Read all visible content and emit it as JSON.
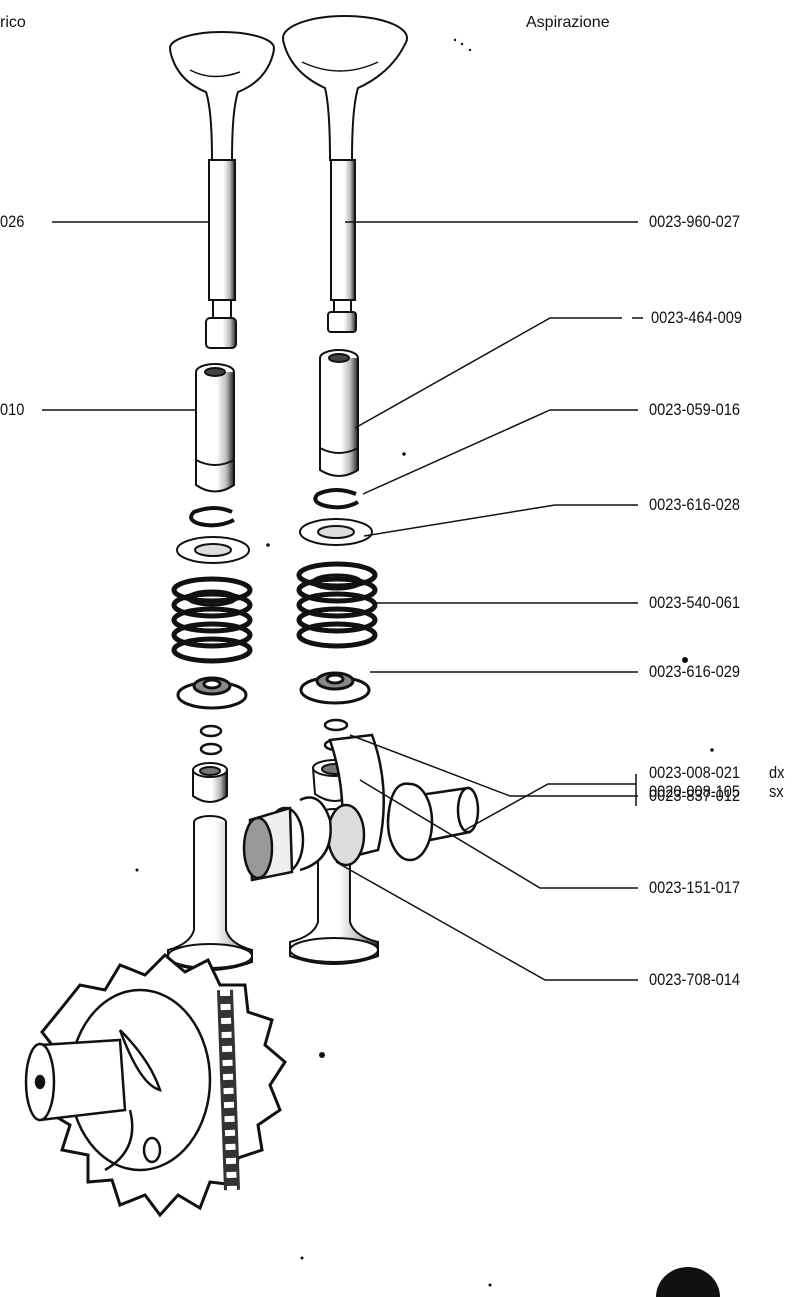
{
  "headers": {
    "exhaust": "rico",
    "intake": "Aspirazione"
  },
  "left_labels": {
    "valve": "026",
    "guide": "010"
  },
  "parts": [
    {
      "code": "0023-960-027"
    },
    {
      "code": "0023-464-009"
    },
    {
      "code": "0023-059-016"
    },
    {
      "code": "0023-616-028"
    },
    {
      "code": "0023-540-061"
    },
    {
      "code": "0023-616-029"
    },
    {
      "code": "0023-837-012"
    },
    {
      "code": "0023-151-017"
    },
    {
      "code": "0023-708-014"
    }
  ],
  "camshaft": {
    "variants": [
      {
        "code": "0023-008-021",
        "side": "dx"
      },
      {
        "code": "0020-008-105",
        "side": "sx"
      }
    ]
  }
}
